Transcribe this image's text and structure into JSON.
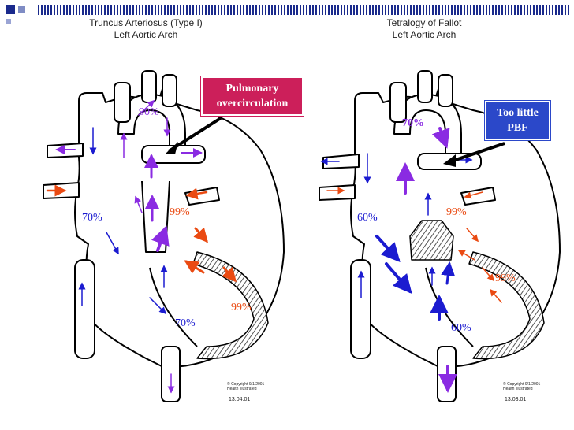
{
  "colors": {
    "blue": "#1b1bd0",
    "purple": "#8a2be2",
    "red": "#ea4a12",
    "pulm_box": "#cc1f5a",
    "pbf_box": "#2b48c9",
    "hatch": "#555555"
  },
  "panels": [
    {
      "title_line1": "Truncus Arteriosus (Type I)",
      "title_line2": "Left Aortic Arch",
      "callout": {
        "line1": "Pulmonary",
        "line2": "overcirculation"
      },
      "sats": [
        "90%",
        "70%",
        "99%",
        "70%",
        "99%"
      ],
      "copyright_line1": "© Copyright 9/1/2001",
      "copyright_line2": "Health Illustrated",
      "code": "13.04.01"
    },
    {
      "title_line1": "Tetralogy of Fallot",
      "title_line2": "Left Aortic Arch",
      "callout": {
        "line1": "Too little",
        "line2": "PBF"
      },
      "sats": [
        "70%",
        "60%",
        "99%",
        "99%",
        "60%"
      ],
      "copyright_line1": "© Copyright 9/1/2001",
      "copyright_line2": "Health Illustrated",
      "code": "13.03.01"
    }
  ]
}
